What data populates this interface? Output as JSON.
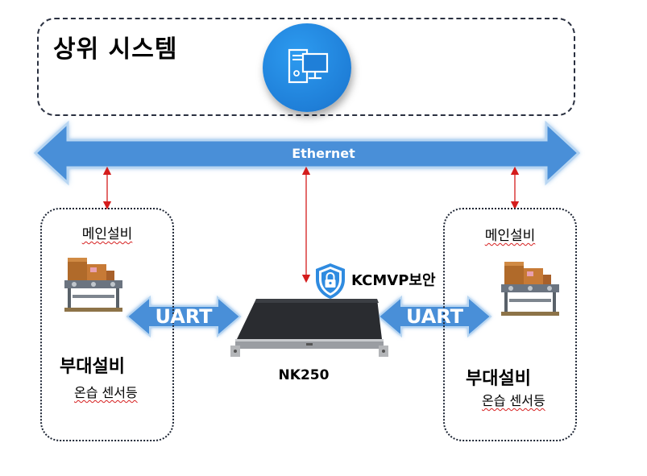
{
  "top": {
    "title": "상위 시스템",
    "icon": "computer-icon"
  },
  "network": {
    "label": "Ethernet",
    "color": "#4a90d9"
  },
  "left": {
    "main": "메인설비",
    "sub": "부대설비",
    "sensor": "온습 센서등",
    "link": "UART"
  },
  "right": {
    "main": "메인설비",
    "sub": "부대설비",
    "sensor": "온습 센서등",
    "link": "UART"
  },
  "device": {
    "name": "NK250",
    "security": "KCMVP보안",
    "security_icon": "lock-shield-icon"
  },
  "colors": {
    "connector": "#d41c1c",
    "arrow": "#4a90d9",
    "circle": "#1f7fd8"
  }
}
